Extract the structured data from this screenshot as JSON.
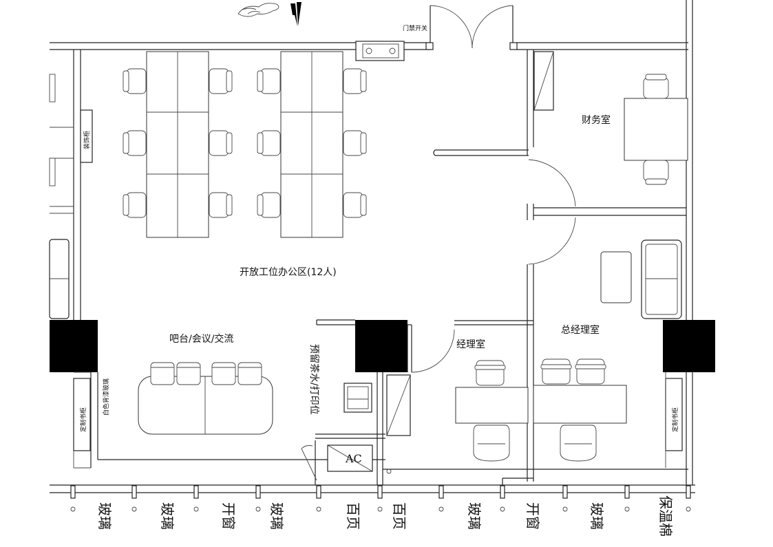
{
  "labels": {
    "open_office": "开放工位办公区(12人)",
    "finance": "财务室",
    "gm_office": "总经理室",
    "manager_office": "经理室",
    "bar_meeting": "吧台/会议/交流",
    "tea_print": "预留茶水/打印位",
    "access_switch": "门禁开关",
    "decor_cabinet": "装饰柜",
    "white_glass": "白色背漆玻璃",
    "bookcase_left": "定制书柜",
    "bookcase_right": "定制书柜",
    "ac": "AC"
  },
  "window_labels": [
    "玻璃",
    "玻璃",
    "开窗",
    "玻璃",
    "百页",
    "百页",
    "玻璃",
    "开窗",
    "玻璃",
    "保温棉"
  ]
}
